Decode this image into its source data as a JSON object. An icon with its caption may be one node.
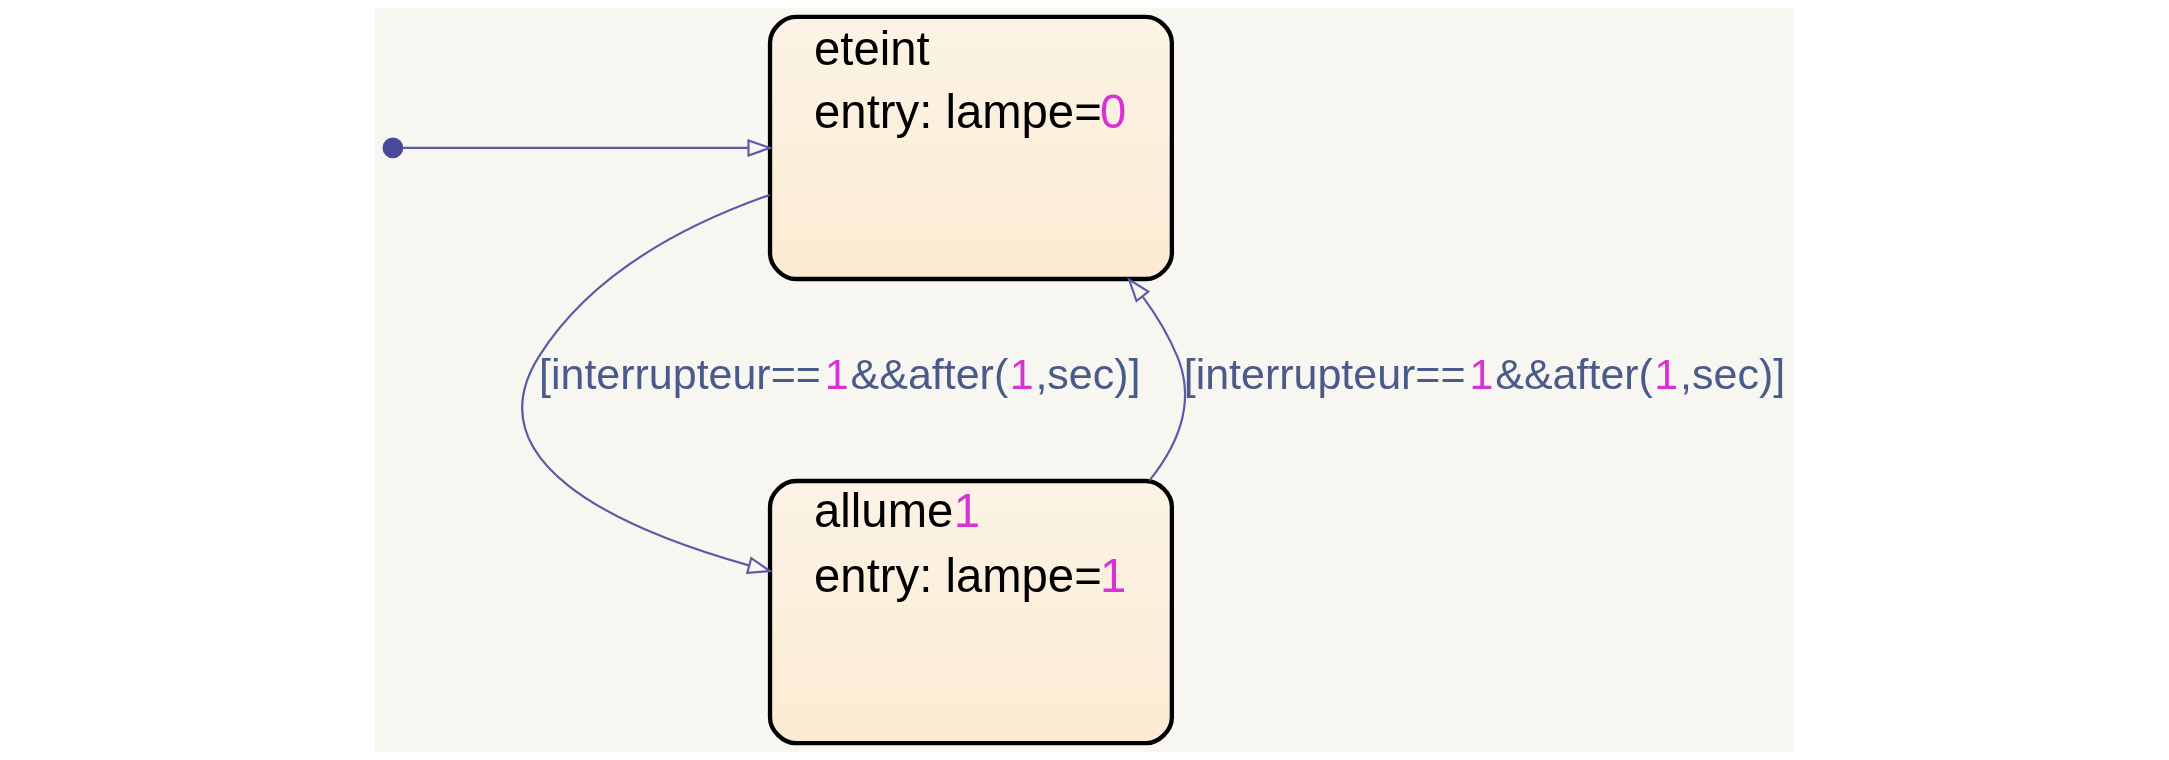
{
  "diagram": {
    "nodes": [
      {
        "text": [
          "eteint",
          "entry: lampe=0"
        ]
      },
      {
        "text": [
          "allume1",
          "entry: lampe=1"
        ]
      },
      {
        "text": [],
        "shape": "circle"
      }
    ],
    "edges": [
      {
        "from": 2,
        "to": 0,
        "arrow": "to"
      },
      {
        "from": 0,
        "to": 1,
        "arrow": "to",
        "label": "[interrupteur==1&&after(1,sec)]"
      },
      {
        "from": 1,
        "to": 0,
        "arrow": "to",
        "label": "[interrupteur==1&&after(1,sec)]"
      }
    ]
  }
}
